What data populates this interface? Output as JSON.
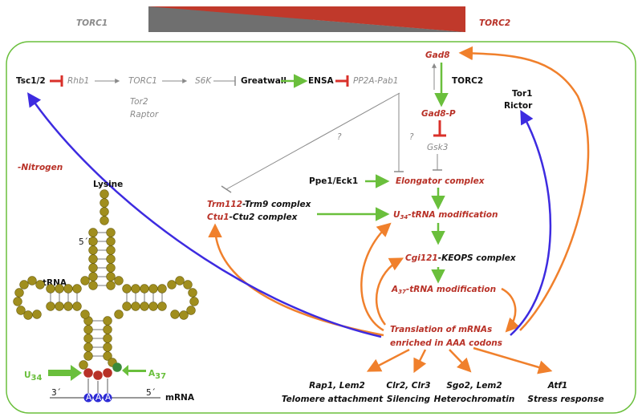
{
  "header": {
    "torc1": "TORC1",
    "torc2": "TORC2"
  },
  "condition": "-Nitrogen",
  "top_row": {
    "tsc": "Tsc1/2",
    "rhb1": "Rhb1",
    "torc1": "TORC1",
    "torc1_sub1": "Tor2",
    "torc1_sub2": "Raptor",
    "s6k": "S6K",
    "greatwall": "Greatwall",
    "ensa": "ENSA",
    "pp2a": "PP2A-Pab1"
  },
  "gad": {
    "gad8": "Gad8",
    "torc2": "TORC2",
    "gad8p": "Gad8-P",
    "gsk3": "Gsk3",
    "tor1": "Tor1",
    "rictor": "Rictor"
  },
  "pathway": {
    "q1": "?",
    "q2": "?",
    "ppe1": "Ppe1/Eck1",
    "elongator": "Elongator complex",
    "trm112_red": "Trm112",
    "trm112_rest": "-Trm9 complex",
    "ctu1_red": "Ctu1",
    "ctu1_rest": "-Ctu2 complex",
    "u34_pre": "U",
    "u34_sub": "34",
    "u34_post": "-tRNA modification",
    "cgi121_red": "Cgi121",
    "cgi121_rest": "-KEOPS complex",
    "a37_pre": "A",
    "a37_sub": "37",
    "a37_post": "-tRNA modification",
    "translation1": "Translation of mRNAs",
    "translation2": "enriched in AAA codons"
  },
  "outputs": [
    {
      "genes": "Rap1, Lem2",
      "function": "Telomere attachment"
    },
    {
      "genes": "Clr2, Clr3",
      "function": "Silencing"
    },
    {
      "genes": "Sgo2, Lem2",
      "function": "Heterochromatin"
    },
    {
      "genes": "Atf1",
      "function": "Stress response"
    }
  ],
  "trna": {
    "lysine": "Lysine",
    "five_p": "5´P",
    "label": "tRNA",
    "u34_letter": "U",
    "u34_sub": "34",
    "a37_letter": "A",
    "a37_sub": "37",
    "mrna_3": "3´",
    "mrna_5": "5´",
    "mrna_label": "mRNA",
    "codon": [
      "A",
      "A",
      "A"
    ]
  },
  "colors": {
    "red": "#b83127",
    "green": "#6abf3c",
    "orange": "#f0802c",
    "blue": "#3d2be0",
    "olive": "#a08e1e",
    "gray": "#8a8a8a"
  }
}
